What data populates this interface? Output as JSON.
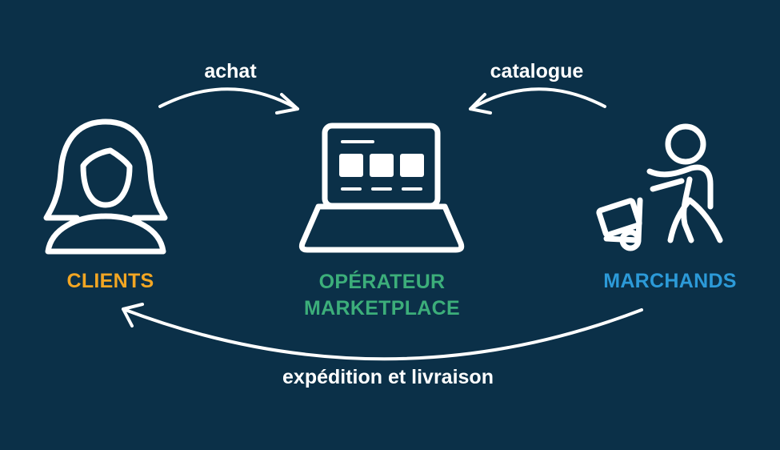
{
  "flows": {
    "purchase": "achat",
    "catalog": "catalogue",
    "shipping": "expédition et livraison"
  },
  "actors": {
    "clients": "CLIENTS",
    "operator_line1": "OPÉRATEUR",
    "operator_line2": "MARKETPLACE",
    "merchants": "MARCHANDS"
  },
  "colors": {
    "background": "#0b3048",
    "stroke": "#ffffff",
    "clients": "#f3a623",
    "operator": "#3cae7a",
    "merchants": "#2c9ad8"
  },
  "icons": {
    "clients": "woman-user-icon",
    "operator": "laptop-icon",
    "merchants": "delivery-person-cart-icon"
  }
}
